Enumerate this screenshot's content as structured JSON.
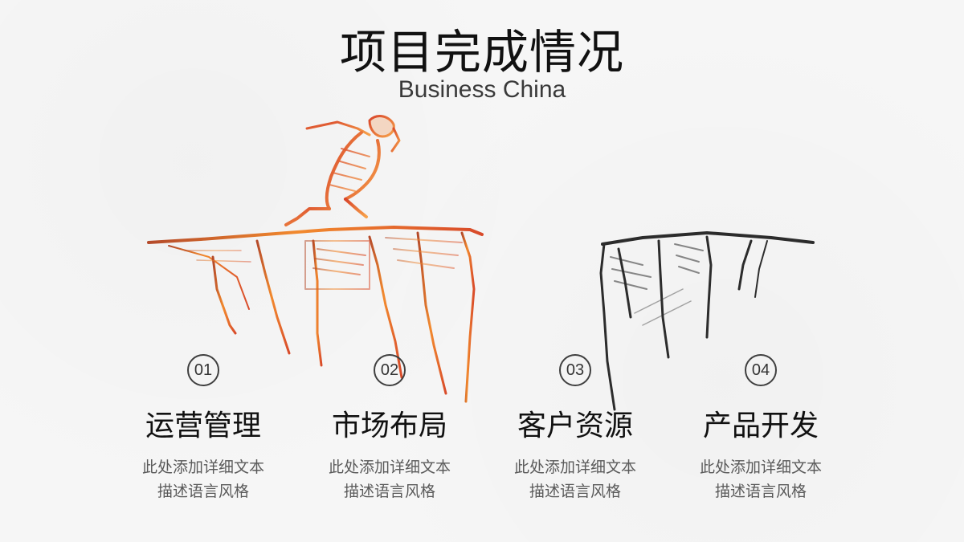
{
  "header": {
    "title": "项目完成情况",
    "subtitle": "Business China"
  },
  "steps": [
    {
      "number": "01",
      "title": "运营管理",
      "desc_line1": "此处添加详细文本",
      "desc_line2": "描述语言风格"
    },
    {
      "number": "02",
      "title": "市场布局",
      "desc_line1": "此处添加详细文本",
      "desc_line2": "描述语言风格"
    },
    {
      "number": "03",
      "title": "客户资源",
      "desc_line1": "此处添加详细文本",
      "desc_line2": "描述语言风格"
    },
    {
      "number": "04",
      "title": "产品开发",
      "desc_line1": "此处添加详细文本",
      "desc_line2": "描述语言风格"
    }
  ],
  "colors": {
    "accent_orange": "#f07a2c",
    "accent_red": "#c0392b",
    "sketch_dark": "#2c2c2c"
  }
}
